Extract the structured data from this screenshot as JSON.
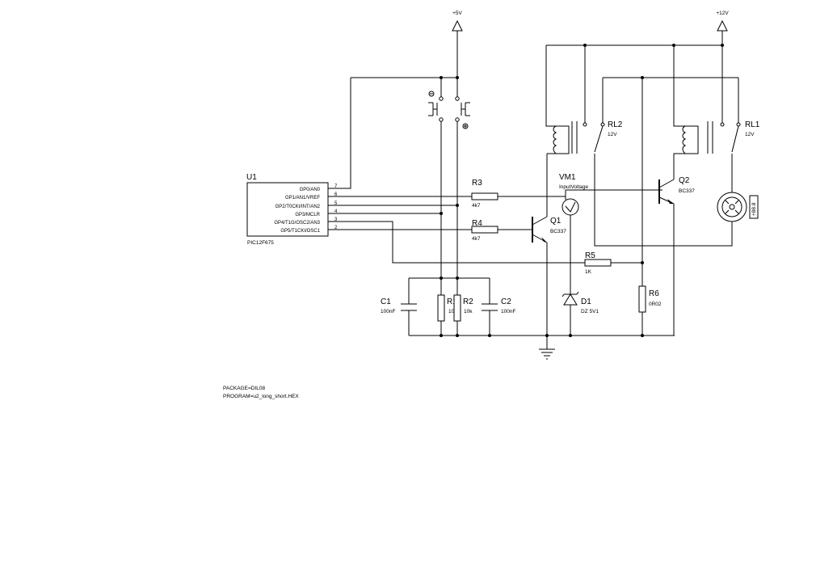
{
  "power": {
    "vcc5": "+5V",
    "vcc12": "+12V"
  },
  "u1": {
    "ref": "U1",
    "part": "PIC12F675",
    "pins": [
      {
        "name": "GP0/AN0",
        "num": "7"
      },
      {
        "name": "GP1/AN1/VREF",
        "num": "6"
      },
      {
        "name": "GP2/T0CKI/INT/AN2",
        "num": "5"
      },
      {
        "name": "GP3/MCLR",
        "num": "4"
      },
      {
        "name": "GP4/T1G/OSC2/AN3",
        "num": "3"
      },
      {
        "name": "GP5/T1CKI/OSC1",
        "num": "2"
      }
    ]
  },
  "components": {
    "r3": {
      "ref": "R3",
      "value": "4k7"
    },
    "r4": {
      "ref": "R4",
      "value": "4k7"
    },
    "r5": {
      "ref": "R5",
      "value": "1K"
    },
    "r6": {
      "ref": "R6",
      "value": "0R02"
    },
    "r1": {
      "ref": "R1",
      "value": "10k"
    },
    "r2": {
      "ref": "R2",
      "value": "10k"
    },
    "c1": {
      "ref": "C1",
      "value": "100nF"
    },
    "c2": {
      "ref": "C2",
      "value": "100nF"
    },
    "q1": {
      "ref": "Q1",
      "value": "BC337"
    },
    "q2": {
      "ref": "Q2",
      "value": "BC337"
    },
    "d1": {
      "ref": "D1",
      "value": "DZ 5V1"
    },
    "vm1": {
      "ref": "VM1",
      "value": "InputVoltage"
    },
    "rl1": {
      "ref": "RL1",
      "value": "12V"
    },
    "rl2": {
      "ref": "RL2",
      "value": "12V"
    },
    "motor": {
      "readout": "+88.8"
    }
  },
  "notes": {
    "package": "PACKAGE=DIL08",
    "program": "PROGRAM=u2_long_short.HEX"
  }
}
